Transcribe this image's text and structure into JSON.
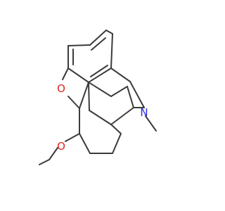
{
  "molecule": {
    "atoms": {
      "oxygen_ring": {
        "symbol": "O",
        "color": "#e0261f"
      },
      "oxygen_methoxy": {
        "symbol": "O",
        "color": "#e0261f"
      },
      "nitrogen": {
        "symbol": "N",
        "color": "#2b2bd9"
      }
    },
    "bond_color": "#3b3b3b"
  }
}
